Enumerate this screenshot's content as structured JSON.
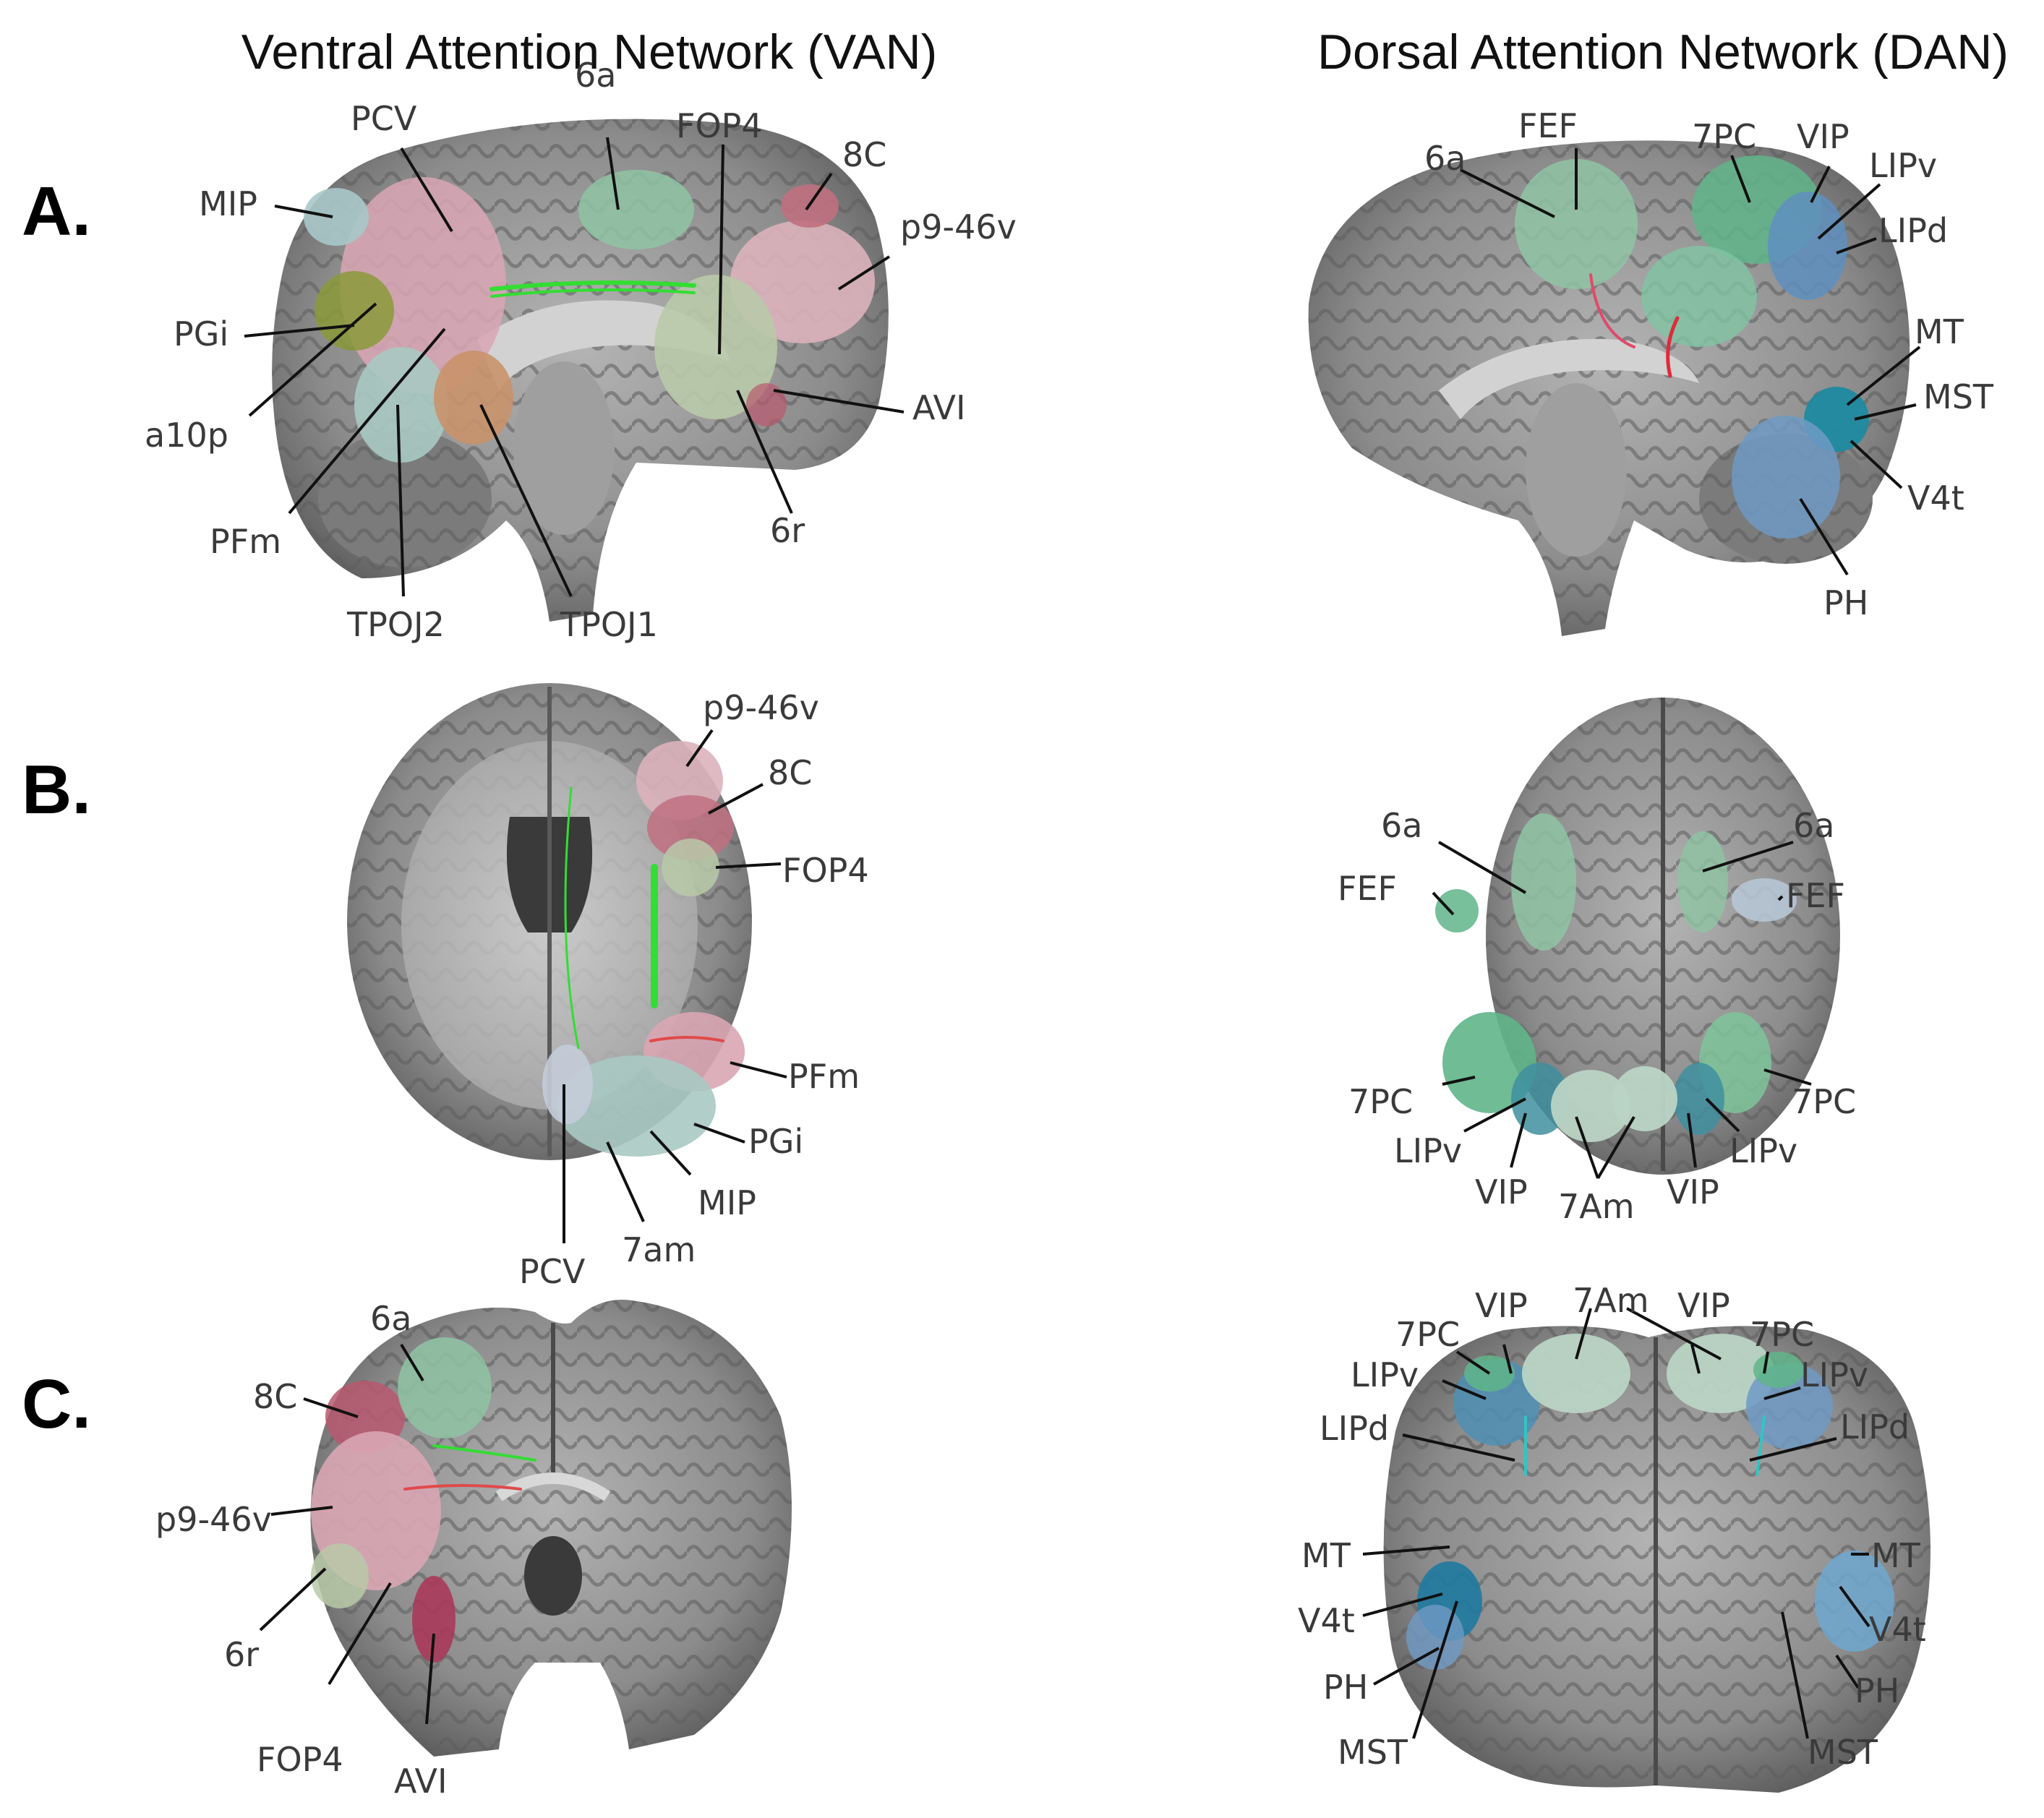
{
  "columns": {
    "left": "Ventral Attention Network (VAN)",
    "right": "Dorsal Attention Network (DAN)"
  },
  "rows": {
    "A": "A.",
    "B": "B.",
    "C": "C."
  },
  "labels": {
    "A_van": [
      "PCV",
      "6a",
      "FOP4",
      "8C",
      "MIP",
      "p9-46v",
      "PGi",
      "a10p",
      "PFm",
      "AVI",
      "6r",
      "TPOJ2",
      "TPOJ1"
    ],
    "A_dan": [
      "6a",
      "FEF",
      "7PC",
      "VIP",
      "LIPv",
      "LIPd",
      "MT",
      "MST",
      "V4t",
      "PH"
    ],
    "B_van": [
      "p9-46v",
      "8C",
      "FOP4",
      "PFm",
      "PGi",
      "MIP",
      "7am",
      "PCV"
    ],
    "B_dan": [
      "6a",
      "6a",
      "FEF",
      "FEF",
      "7PC",
      "7PC",
      "LIPv",
      "LIPv",
      "VIP",
      "VIP",
      "7Am"
    ],
    "C_van": [
      "6a",
      "8C",
      "p9-46v",
      "6r",
      "FOP4",
      "AVI"
    ],
    "C_dan": [
      "7Am",
      "VIP",
      "VIP",
      "7PC",
      "7PC",
      "LIPv",
      "LIPv",
      "LIPd",
      "LIPd",
      "MT",
      "MT",
      "V4t",
      "V4t",
      "PH",
      "PH",
      "MST",
      "MST"
    ]
  },
  "colors": {
    "brain_gray": "#8a8a8a",
    "pink_region": "#d9a6b4",
    "rose_region": "#b9586e",
    "mint_region": "#8fc4a4",
    "sage_region": "#b9c9a8",
    "olive_region": "#8a9a3a",
    "orange_region": "#c9926a",
    "teal_region": "#2f9a9a",
    "blue_region": "#5f8fbf",
    "tract_green": "#33dd33"
  }
}
